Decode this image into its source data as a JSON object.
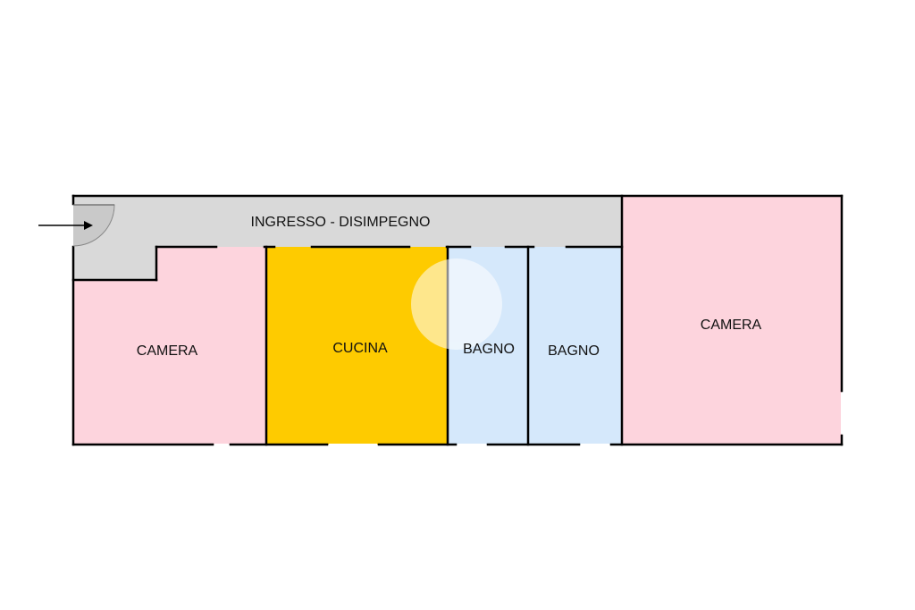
{
  "rooms": {
    "hallway": {
      "label": "INGRESSO - DISIMPEGNO",
      "color": "#d9d9d9"
    },
    "bedroom_left": {
      "label": "CAMERA",
      "color": "#fdd4dd"
    },
    "kitchen": {
      "label": "CUCINA",
      "color": "#fecb00"
    },
    "bathroom_1": {
      "label": "BAGNO",
      "color": "#d5e8fb"
    },
    "bathroom_2": {
      "label": "BAGNO",
      "color": "#d5e8fb"
    },
    "bedroom_right": {
      "label": "CAMERA",
      "color": "#fdd4dd"
    }
  },
  "icons": {
    "entrance": "entrance-arrow-icon",
    "door": "door-swing-icon",
    "watermark": "watermark-logo-icon"
  }
}
